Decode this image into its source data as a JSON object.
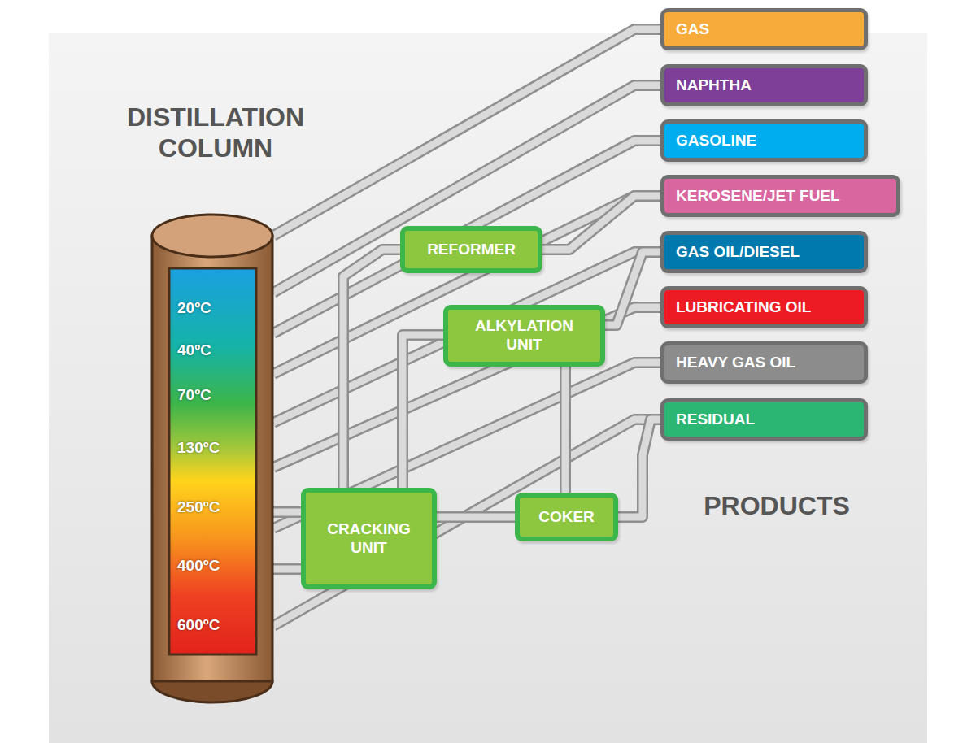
{
  "diagram": {
    "title": "DISTILLATION COLUMN",
    "nodes": [
      {
        "text": [
          "20ºC",
          "40ºC",
          "70ºC",
          "130ºC",
          "250ºC",
          "400ºC",
          "600ºC"
        ]
      },
      {
        "text": [
          "GAS"
        ]
      },
      {
        "text": [
          "NAPHTHA"
        ]
      },
      {
        "text": [
          "GASOLINE"
        ]
      },
      {
        "text": [
          "KEROSENE/JET FUEL"
        ]
      },
      {
        "text": [
          "GAS OIL/DIESEL"
        ]
      },
      {
        "text": [
          "LUBRICATING OIL"
        ]
      },
      {
        "text": [
          "HEAVY GAS OIL"
        ]
      },
      {
        "text": [
          "RESIDUAL"
        ]
      },
      {
        "text": [
          "REFORMER"
        ]
      },
      {
        "text": [
          "ALKYLATION UNIT"
        ]
      },
      {
        "text": [
          "CRACKING UNIT"
        ]
      },
      {
        "text": [
          "COKER"
        ]
      }
    ],
    "edges": [
      {
        "from": 0,
        "to": 1,
        "arrow": "none"
      },
      {
        "from": 0,
        "to": 2,
        "arrow": "none"
      },
      {
        "from": 0,
        "to": 3,
        "arrow": "none"
      },
      {
        "from": 0,
        "to": 4,
        "arrow": "none"
      },
      {
        "from": 0,
        "to": 5,
        "arrow": "none"
      },
      {
        "from": 0,
        "to": 6,
        "arrow": "none"
      },
      {
        "from": 0,
        "to": 7,
        "arrow": "none"
      },
      {
        "from": 0,
        "to": 8,
        "arrow": "none"
      },
      {
        "from": 0,
        "to": 11,
        "arrow": "none"
      },
      {
        "from": 0,
        "to": 11,
        "arrow": "none"
      },
      {
        "from": 11,
        "to": 9,
        "arrow": "none"
      },
      {
        "from": 9,
        "to": 4,
        "arrow": "none"
      },
      {
        "from": 11,
        "to": 10,
        "arrow": "none"
      },
      {
        "from": 10,
        "to": 5,
        "arrow": "none"
      },
      {
        "from": 11,
        "to": 12,
        "arrow": "none"
      },
      {
        "from": 12,
        "to": 10,
        "arrow": "none"
      },
      {
        "from": 12,
        "to": 8,
        "arrow": "none"
      }
    ],
    "labels": [
      "PRODUCTS"
    ]
  }
}
